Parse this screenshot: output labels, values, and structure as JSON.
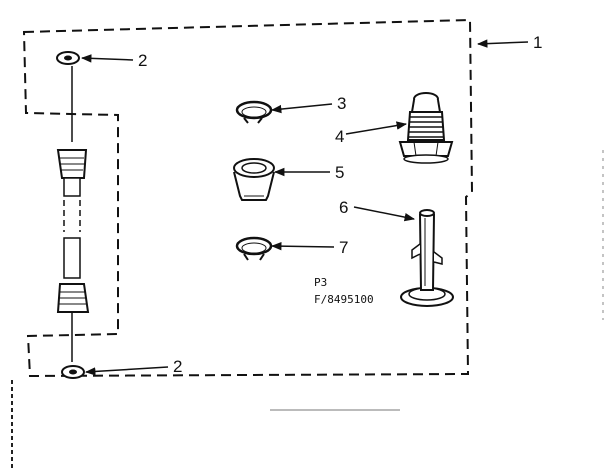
{
  "diagram": {
    "part_codes": [
      "P3",
      "F/8495100"
    ],
    "callouts": [
      {
        "key": "kit",
        "label": "1"
      },
      {
        "key": "washer-top",
        "label": "2"
      },
      {
        "key": "washer-bottom",
        "label": "2"
      },
      {
        "key": "ring-upper",
        "label": "3"
      },
      {
        "key": "nozzle",
        "label": "4"
      },
      {
        "key": "bushing",
        "label": "5"
      },
      {
        "key": "pin",
        "label": "6"
      },
      {
        "key": "ring-lower",
        "label": "7"
      }
    ]
  }
}
